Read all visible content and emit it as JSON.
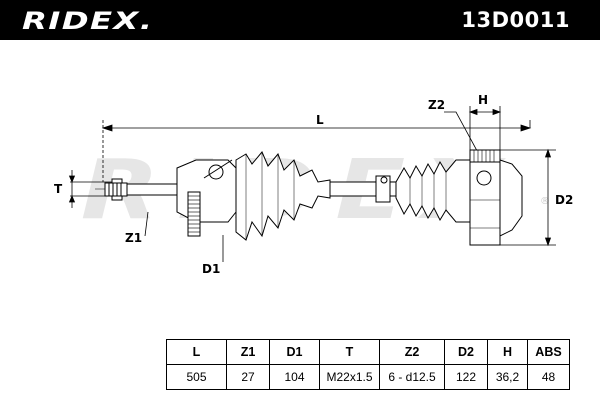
{
  "header": {
    "brand": "RIDEX.",
    "part_number": "13D0011"
  },
  "drawing": {
    "watermark_text": "RIDEX",
    "watermark_mark": "®",
    "labels": {
      "L": "L",
      "Z2": "Z2",
      "H": "H",
      "T": "T",
      "D2": "D2",
      "Z1": "Z1",
      "D1": "D1"
    }
  },
  "spec_table": {
    "headers": [
      "L",
      "Z1",
      "D1",
      "T",
      "Z2",
      "D2",
      "H",
      "ABS"
    ],
    "values": [
      "505",
      "27",
      "104",
      "M22x1.5",
      "6 - d12.5",
      "122",
      "36,2",
      "48"
    ]
  }
}
